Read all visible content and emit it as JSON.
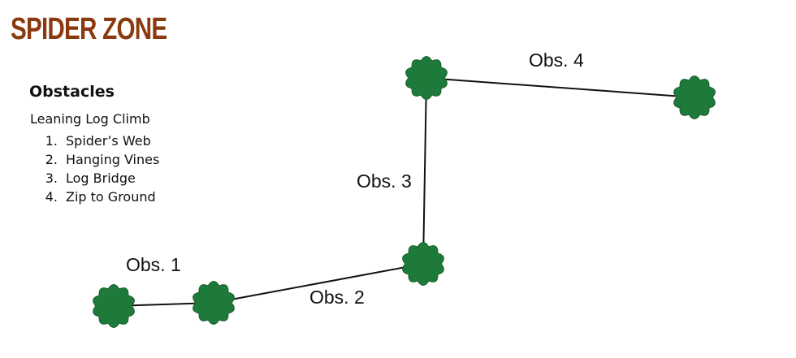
{
  "header": {
    "title": "SPIDER ZONE",
    "title_color": "#8b3a10"
  },
  "panel": {
    "heading": "Obstacles",
    "subtitle": "Leaning Log Climb",
    "items": [
      {
        "number": "1.",
        "label": "Spider’s Web"
      },
      {
        "number": "2.",
        "label": "Hanging Vines"
      },
      {
        "number": "3.",
        "label": "Log Bridge"
      },
      {
        "number": "4.",
        "label": "Zip to Ground"
      }
    ]
  },
  "diagram": {
    "node_color": "#1e7a3a",
    "edges": [
      {
        "label": "Obs. 1"
      },
      {
        "label": "Obs. 2"
      },
      {
        "label": "Obs. 3"
      },
      {
        "label": "Obs. 4"
      }
    ]
  }
}
